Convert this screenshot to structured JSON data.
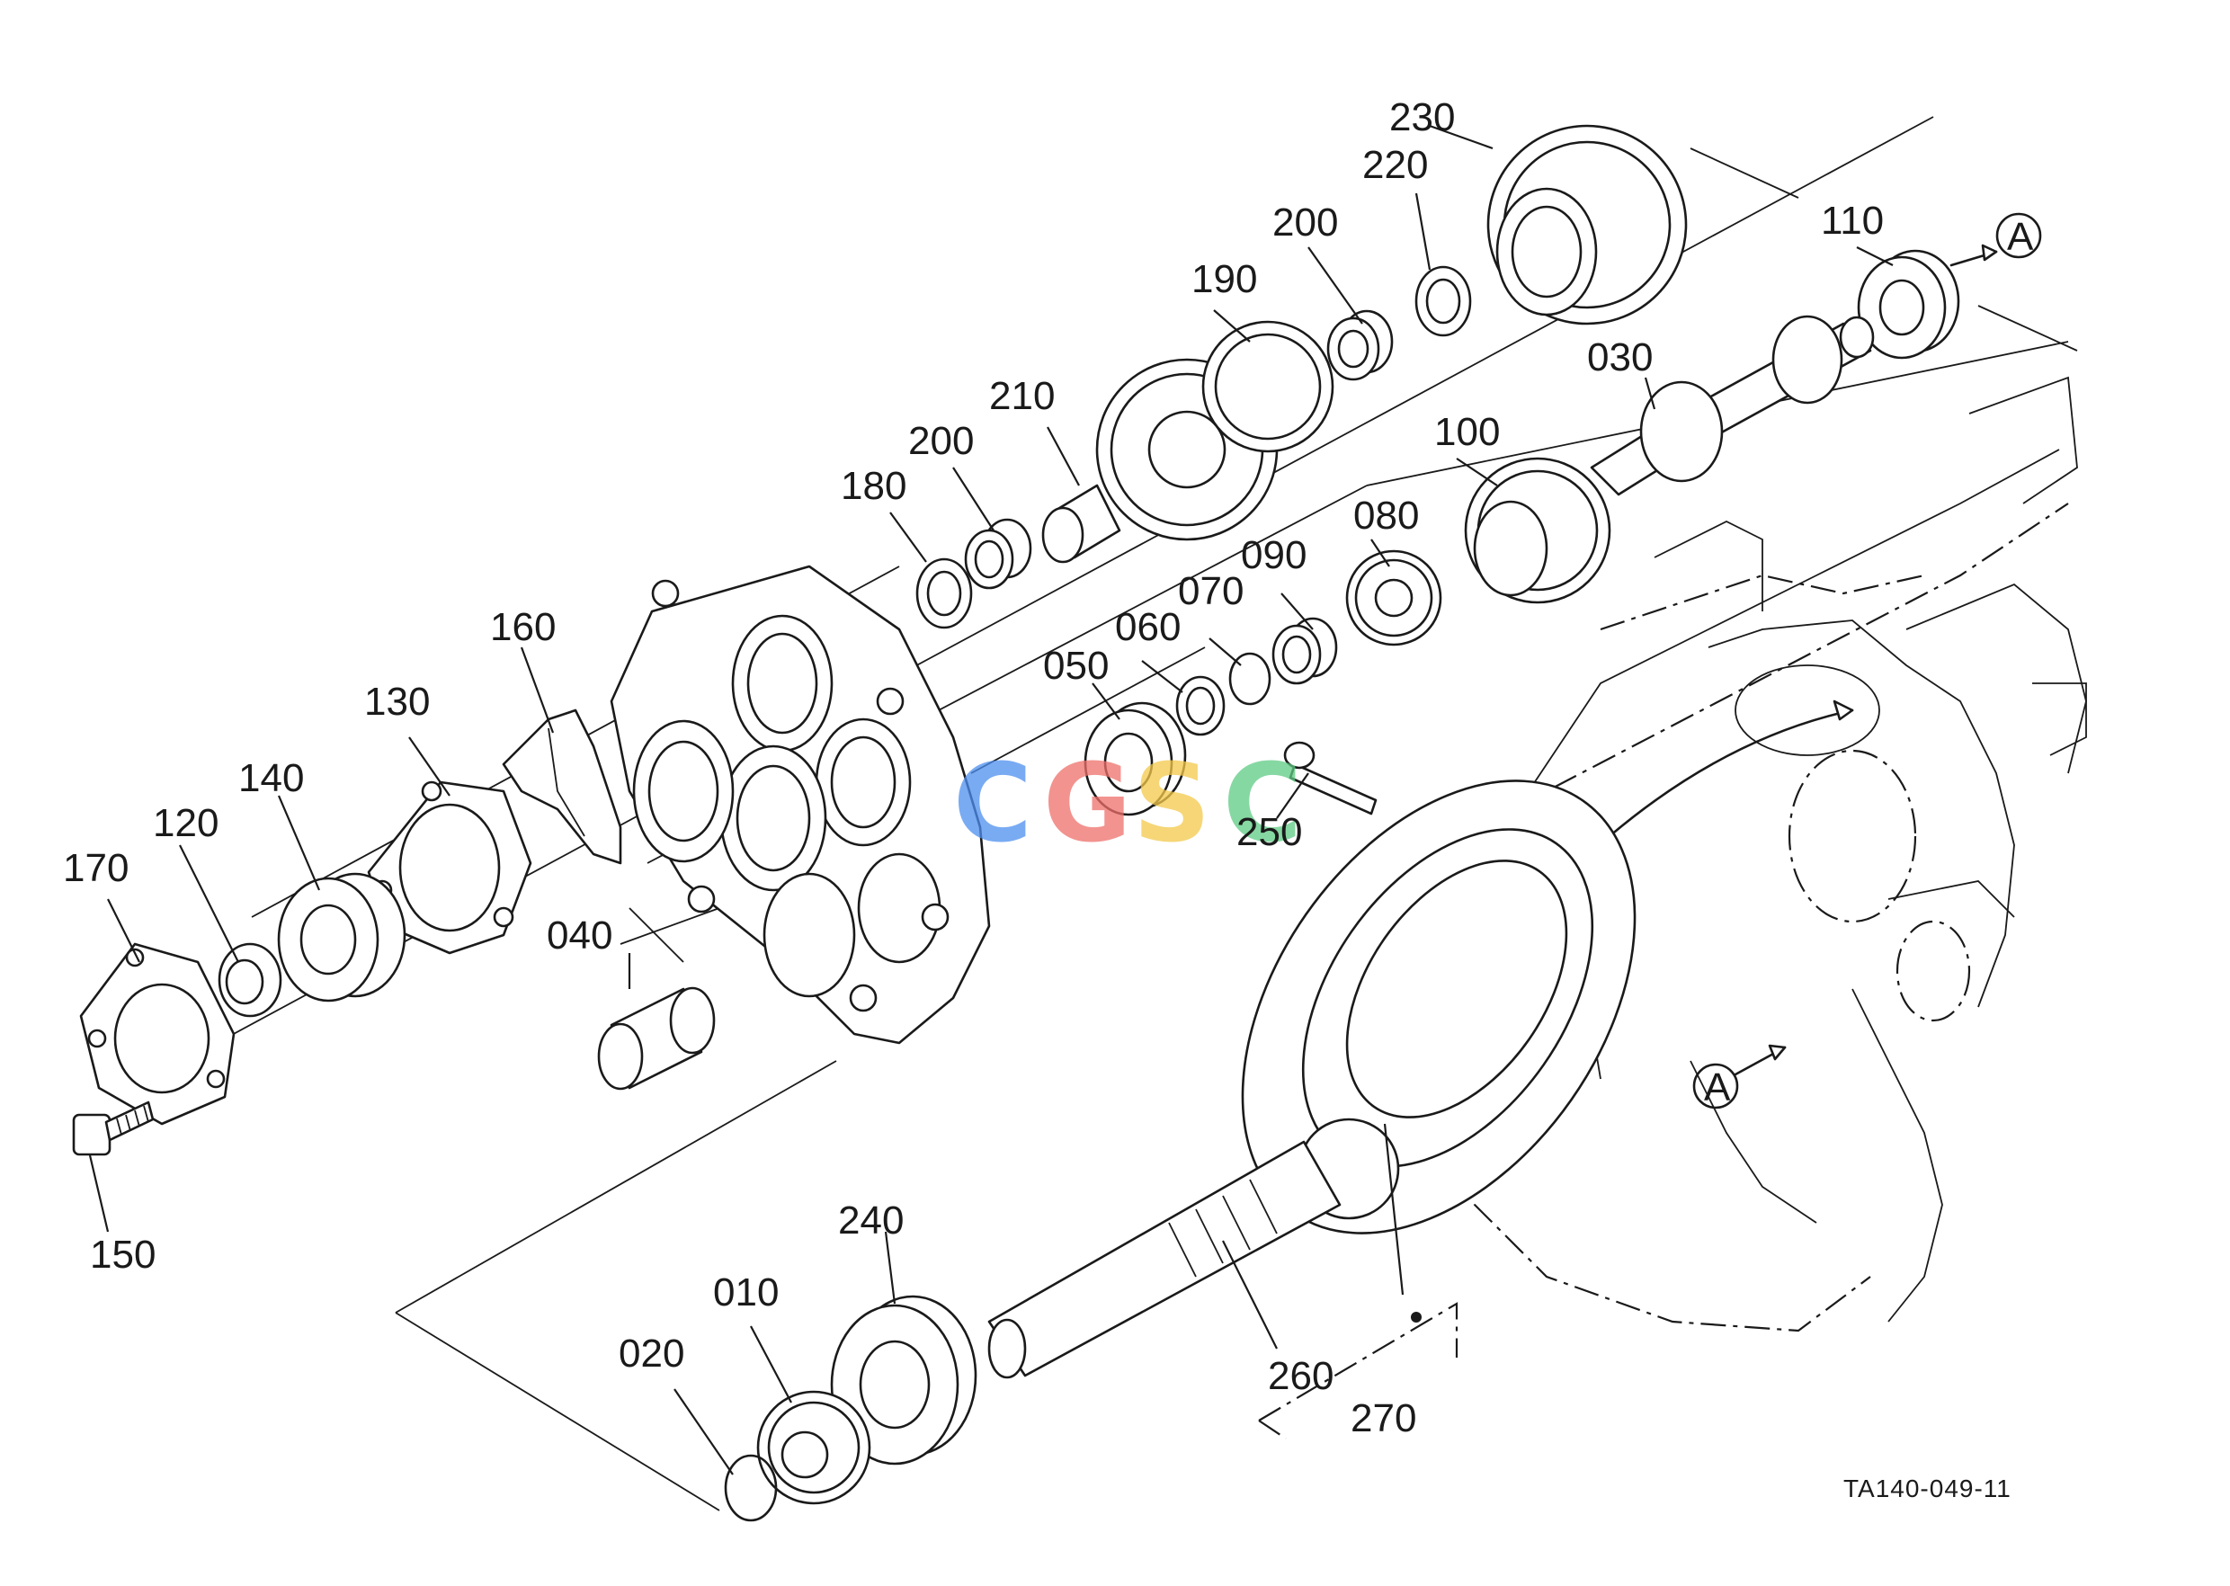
{
  "diagram": {
    "drawing_number": "TA140-049-11",
    "section_marker": "A",
    "watermark": {
      "letters": [
        "C",
        "G",
        "S",
        "C"
      ],
      "colors": [
        "#4d8ff0",
        "#ee6f6a",
        "#f4c94a",
        "#5ecb84"
      ]
    },
    "callouts": {
      "p010": "010",
      "p020": "020",
      "p030": "030",
      "p040": "040",
      "p050": "050",
      "p060": "060",
      "p070": "070",
      "p080": "080",
      "p090": "090",
      "p100": "100",
      "p110": "110",
      "p120": "120",
      "p130": "130",
      "p140": "140",
      "p150": "150",
      "p160": "160",
      "p170": "170",
      "p180": "180",
      "p190": "190",
      "p200a": "200",
      "p200b": "200",
      "p210": "210",
      "p220": "220",
      "p230": "230",
      "p240": "240",
      "p250": "250",
      "p260": "260",
      "p270": "270"
    }
  }
}
